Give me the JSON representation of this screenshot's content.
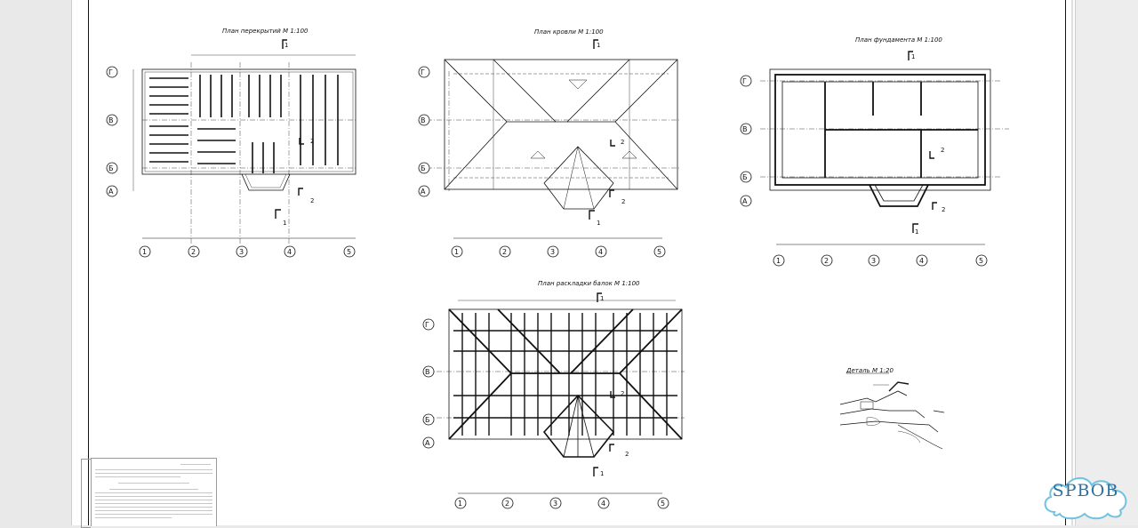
{
  "titles": {
    "floor": "План перекрытий М 1:100",
    "roof": "План кровли М 1:100",
    "foundation": "План фундамента М 1:100",
    "beams": "План раскладки балок М 1:100",
    "detail": "Деталь М 1:20"
  },
  "axes": {
    "letters": [
      "Г",
      "В",
      "Б",
      "А"
    ],
    "numbers": [
      "1",
      "2",
      "3",
      "4",
      "5"
    ]
  },
  "section_marks": [
    "1",
    "2"
  ],
  "logo": "SPBOB"
}
